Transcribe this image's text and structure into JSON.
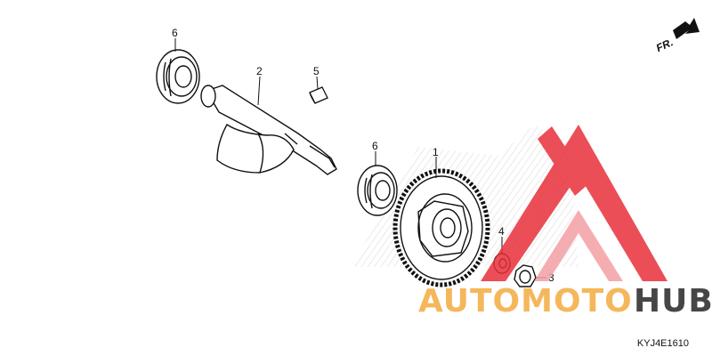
{
  "diagram": {
    "direction_label": "FR.",
    "drawing_code": "KYJ4E1610",
    "callouts": [
      {
        "id": "c1",
        "label": "1"
      },
      {
        "id": "c2",
        "label": "2"
      },
      {
        "id": "c3",
        "label": "3"
      },
      {
        "id": "c4",
        "label": "4"
      },
      {
        "id": "c5",
        "label": "5"
      },
      {
        "id": "c6a",
        "label": "6"
      },
      {
        "id": "c6b",
        "label": "6"
      }
    ]
  },
  "watermark": {
    "brand_part1": "AUTOMOTO",
    "brand_part2": "HUB",
    "color_primary": "#e8303a",
    "color_secondary": "#f4b04a",
    "color_dark": "#333333"
  }
}
